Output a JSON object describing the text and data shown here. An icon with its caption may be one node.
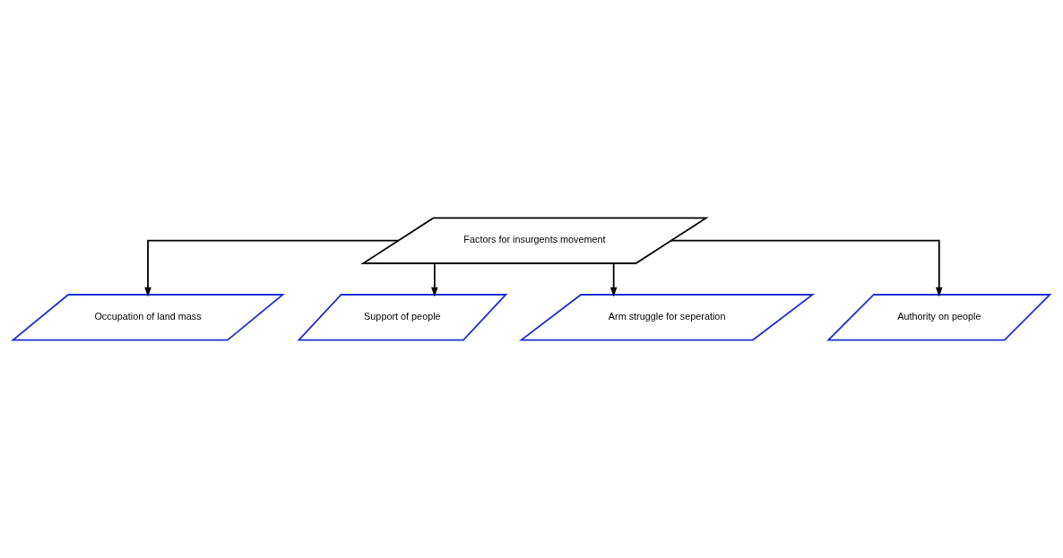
{
  "diagram": {
    "nodes": [
      {
        "text": [
          "Factors for insurgents movement"
        ]
      },
      {
        "text": [
          "Occupation of land mass"
        ]
      },
      {
        "text": [
          "Support of people"
        ]
      },
      {
        "text": [
          "Arm struggle for seperation"
        ]
      },
      {
        "text": [
          "Authority on people"
        ]
      }
    ],
    "edges": [
      {
        "from": 0,
        "to": 1,
        "arrow": "to"
      },
      {
        "from": 0,
        "to": 2,
        "arrow": "to"
      },
      {
        "from": 0,
        "to": 3,
        "arrow": "to"
      },
      {
        "from": 0,
        "to": 4,
        "arrow": "to"
      }
    ]
  }
}
